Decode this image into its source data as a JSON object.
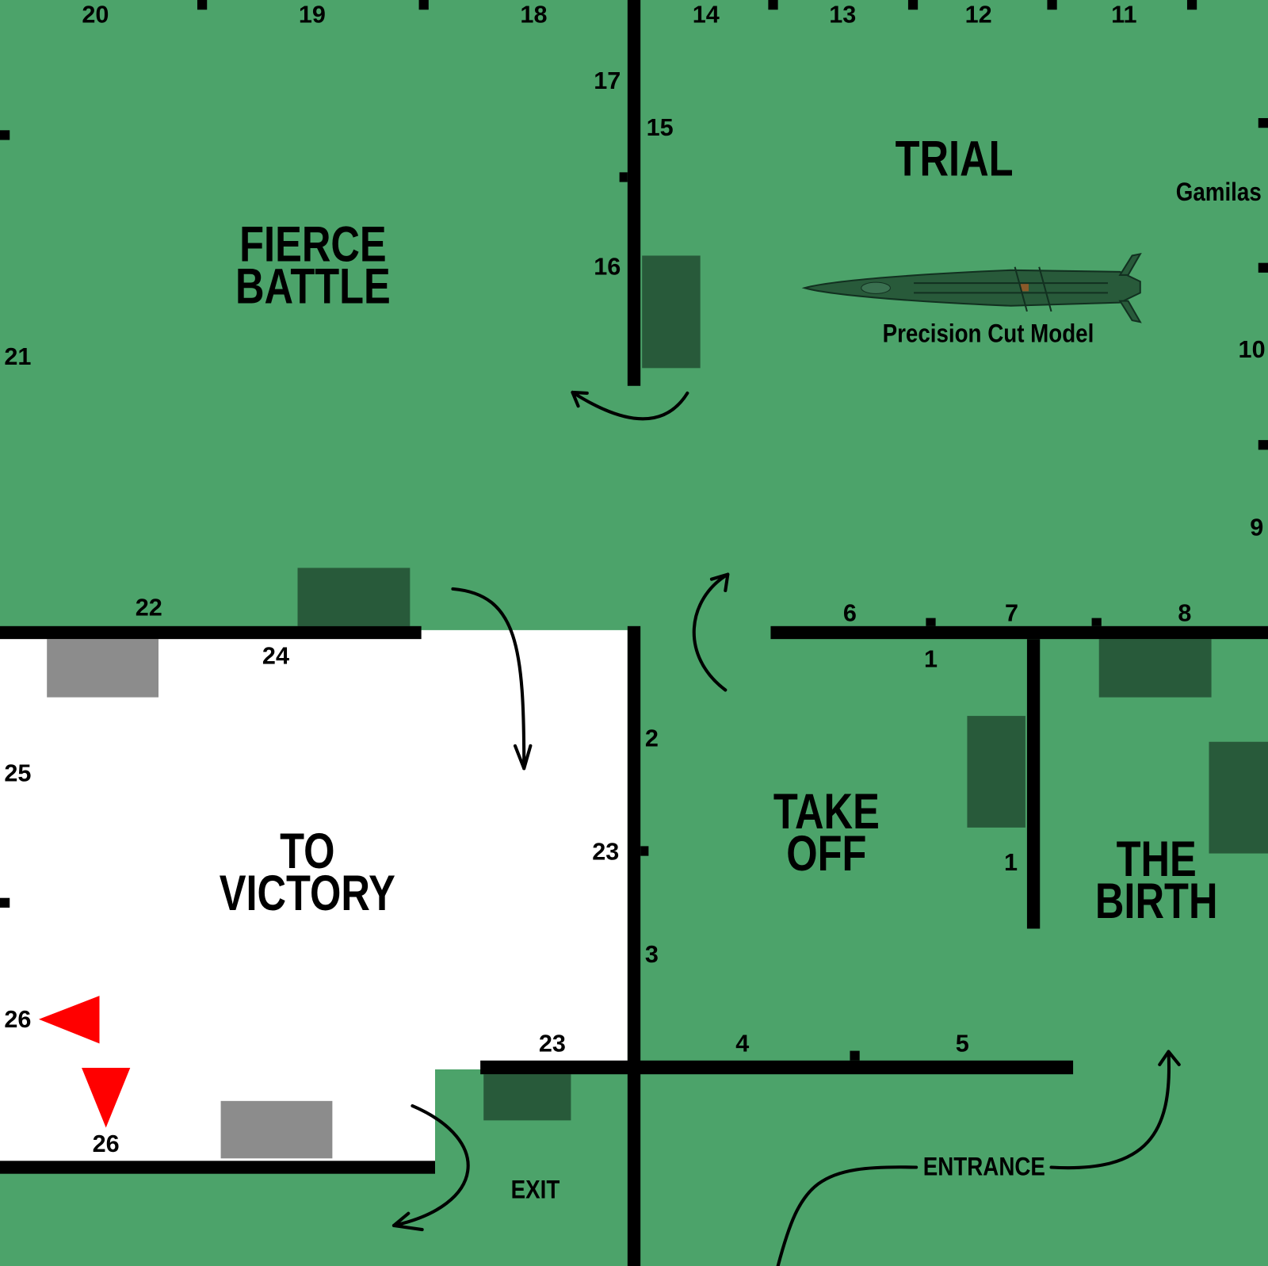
{
  "colors": {
    "floor": "#4ca36a",
    "highlight_room": "#ffffff",
    "wall": "#000000",
    "display_case": "#285a3a",
    "gray_case": "#8c8c8c",
    "marker": "#ff0000"
  },
  "rooms": {
    "fierce_battle": [
      "FIERCE",
      "BATTLE"
    ],
    "trial": [
      "TRIAL"
    ],
    "take_off": [
      "TAKE",
      "OFF"
    ],
    "to_victory": [
      "TO",
      "VICTORY"
    ],
    "the_birth": [
      "THE",
      "BIRTH"
    ]
  },
  "labels": {
    "gamilas": "Gamilas",
    "precision_cut_model": "Precision Cut Model",
    "exit": "EXIT",
    "entrance": "ENTRANCE"
  },
  "numbers": [
    "20",
    "19",
    "18",
    "14",
    "13",
    "12",
    "11",
    "17",
    "15",
    "16",
    "21",
    "10",
    "9",
    "22",
    "24",
    "6",
    "7",
    "8",
    "1",
    "2",
    "25",
    "23",
    "1",
    "3",
    "26",
    "23",
    "4",
    "5",
    "26"
  ],
  "icons": {
    "ship": "battleship-icon",
    "marker_left": "red-triangle-left-icon",
    "marker_down": "red-triangle-down-icon"
  }
}
